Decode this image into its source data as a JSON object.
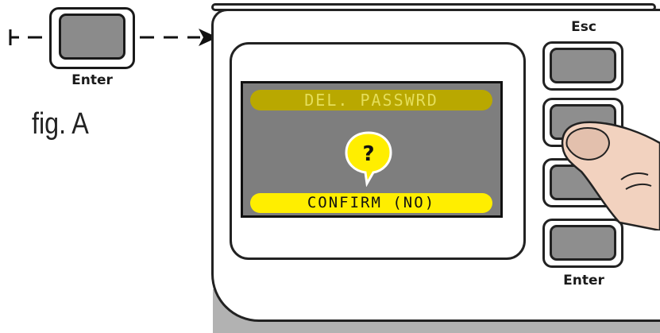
{
  "legend": {
    "button_label": "Enter",
    "figure_label": "fig. A"
  },
  "display": {
    "title": "DEL. PASSWRD",
    "prompt_symbol": "?",
    "confirm_text": "CONFIRM (NO)"
  },
  "keypad": {
    "esc_label": "Esc",
    "enter_label": "Enter"
  },
  "colors": {
    "screen_bg": "#7e7e7e",
    "title_bar": "#b9a800",
    "confirm_bar": "#ffee00",
    "button_face": "#8b8b8b",
    "base": "#b2b2b2"
  }
}
